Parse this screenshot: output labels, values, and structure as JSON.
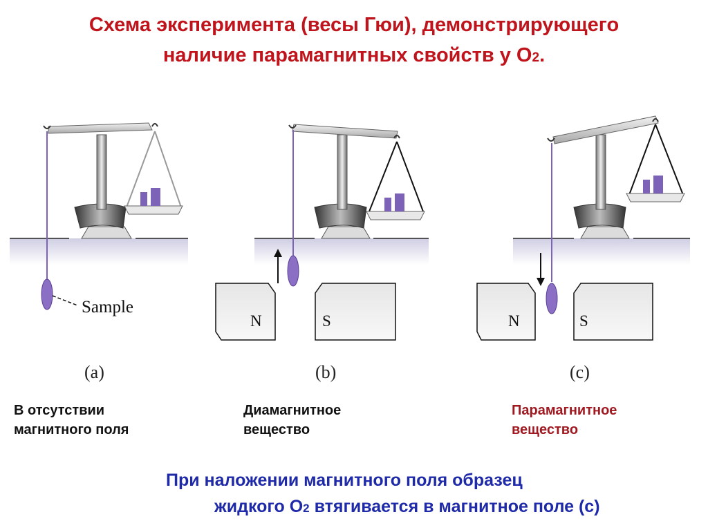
{
  "title": {
    "line1": "Схема эксперимента (весы Гюи), демонстрирующего",
    "line2_main": "наличие парамагнитных свойств  у O",
    "line2_sub": "2",
    "line2_end": "."
  },
  "panels": [
    {
      "caption": "(a)",
      "desc_line1": "В отсутствии",
      "desc_line2": "магнитного поля",
      "sample_label": "Sample"
    },
    {
      "caption": "(b)",
      "desc_line1": "Диамагнитное",
      "desc_line2": "вещество",
      "pole_n": "N",
      "pole_s": "S"
    },
    {
      "caption": "(c)",
      "desc_line1": "Парамагнитное",
      "desc_line2": "вещество",
      "pole_n": "N",
      "pole_s": "S"
    }
  ],
  "bottom": {
    "line1": "При наложении магнитного поля образец",
    "line2_pre": "жидкого O",
    "line2_sub": "2",
    "line2_post": " втягивается в магнитное поле (c)"
  },
  "colors": {
    "title": "#c0141c",
    "bottom_text": "#1f2aa8",
    "paramagnetic_text": "#a01820",
    "sample": "#8a6fc4",
    "surface": "#d8d6e6"
  }
}
